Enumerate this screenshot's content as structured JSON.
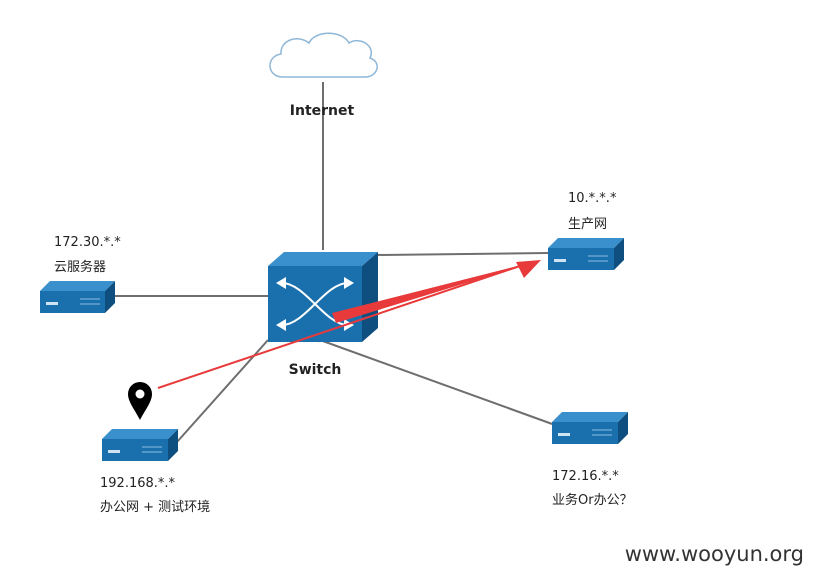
{
  "internet": {
    "label": "Internet"
  },
  "switch": {
    "label": "Switch"
  },
  "nodes": {
    "cloud_server": {
      "ip": "172.30.*.*",
      "name": "云服务器"
    },
    "production": {
      "ip": "10.*.*.*",
      "name": "生产网"
    },
    "office": {
      "ip": "192.168.*.*",
      "name": "办公网 + 测试环境"
    },
    "business": {
      "ip": "172.16.*.*",
      "name": "业务Or办公？"
    }
  },
  "watermark": "www.wooyun.org",
  "colors": {
    "device": "#1a6fad",
    "device_top": "#3a90cc",
    "device_side": "#0f4f80",
    "link": "#6e6e6e",
    "attack_arrow": "#e83a3a",
    "pin": "#000000",
    "cloud_stroke": "#8fb7d8"
  },
  "icons": {
    "internet": "cloud-icon",
    "switch": "network-switch-icon",
    "device": "server-icon",
    "marker": "location-pin-icon"
  }
}
